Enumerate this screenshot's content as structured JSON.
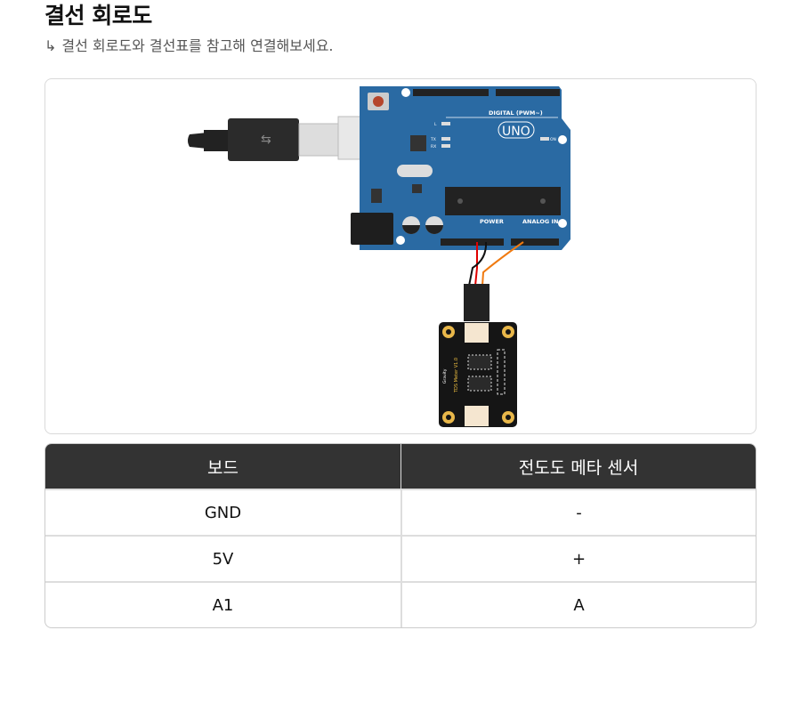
{
  "title": "결선 회로도",
  "subtitle": {
    "arrow": "↳",
    "text": "결선 회로도와 결선표를 참고해 연결해보세요."
  },
  "diagram": {
    "board_labels": {
      "digital": "DIGITAL (PWM~)",
      "uno": "UNO",
      "power": "POWER",
      "analog": "ANALOG IN",
      "on": "ON",
      "l": "L",
      "tx": "TX",
      "rx": "RX"
    },
    "sensor_labels": {
      "brand": "Gravity",
      "model": "TDS Meter V1.0"
    },
    "colors": {
      "board": "#2a6aa3",
      "wire_5v": "#e00000",
      "wire_gnd": "#111111",
      "wire_signal": "#f07a10"
    }
  },
  "table": {
    "headers": [
      "보드",
      "전도도 메타 센서"
    ],
    "rows": [
      [
        "GND",
        "-"
      ],
      [
        "5V",
        "+"
      ],
      [
        "A1",
        "A"
      ]
    ]
  }
}
